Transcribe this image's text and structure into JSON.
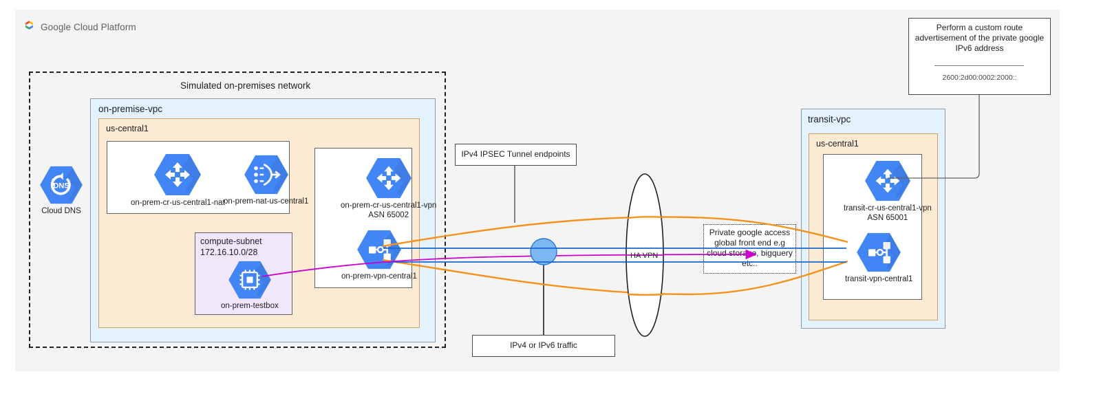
{
  "header": {
    "brand": "Google Cloud Platform",
    "logo_icon": "google-cloud-hexagon-logo"
  },
  "onprem_region": {
    "title": "Simulated on-premises network",
    "vpc_title": "on-premise-vpc",
    "region_title": "us-central1"
  },
  "cloud_dns": {
    "caption": "Cloud DNS",
    "icon": "cloud-dns-icon"
  },
  "router_group": {
    "nodes": [
      {
        "caption": "on-prem-cr-us-central1-nat",
        "icon": "cloud-router-icon"
      },
      {
        "caption": "on-prem-nat-us-central1",
        "icon": "cloud-nat-icon"
      }
    ]
  },
  "compute_subnet": {
    "name": "compute-subnet",
    "cidr": "172.16.10.0/28",
    "node": {
      "caption": "on-prem-testbox",
      "icon": "compute-engine-icon"
    }
  },
  "onprem_vpn_group": {
    "router": {
      "caption_line1": "on-prem-cr-us-central1-vpn",
      "caption_line2": "ASN 65002",
      "icon": "cloud-router-icon"
    },
    "gateway": {
      "caption": "on-prem-vpn-central1",
      "icon": "cloud-vpn-gateway-icon"
    }
  },
  "callouts": {
    "ipsec": {
      "text": "IPv4 IPSEC Tunnel endpoints"
    },
    "traffic": {
      "text": "IPv4 or IPv6 traffic"
    },
    "custom_route": {
      "line1": "Perform a custom route",
      "line2": "advertisement of the private google",
      "line3": "IPv6 address",
      "address": "2600:2d00:0002:2000::"
    }
  },
  "ha_vpn": {
    "label": "HA VPN"
  },
  "private_access": {
    "line1": "Private google access",
    "line2": "global front end e.g",
    "line3": "cloud storage, bigquery",
    "line4": "etc.."
  },
  "transit_region": {
    "vpc_title": "transit-vpc",
    "region_title": "us-central1",
    "router": {
      "caption_line1": "transit-cr-us-central1-vpn",
      "caption_line2": "ASN 65001",
      "icon": "cloud-router-icon"
    },
    "gateway": {
      "caption": "transit-vpn-central1",
      "icon": "cloud-vpn-gateway-icon"
    }
  },
  "colors": {
    "gcp_blue": "#4285f4",
    "tunnel_orange": "#f5921e",
    "traffic_blue": "#1967d2",
    "ipv6_magenta": "#cc00cc",
    "vpc_fill": "#e3f2fd",
    "region_fill": "#fcebd2",
    "subnet_fill": "#f1e7fb",
    "canvas": "#f4f4f5"
  }
}
